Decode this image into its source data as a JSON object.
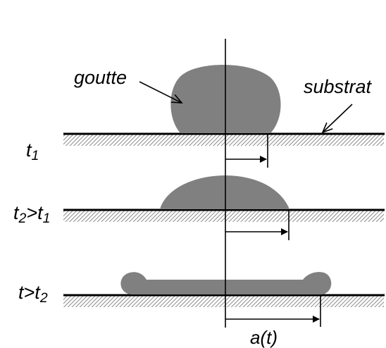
{
  "labels": {
    "goutte": "goutte",
    "substrat": "substrat",
    "a_t": "a(t)"
  },
  "rows": [
    {
      "time": {
        "base": "t",
        "sub": "1",
        "rel": "",
        "base2": "",
        "sub2": ""
      }
    },
    {
      "time": {
        "base": "t",
        "sub": "2",
        "rel": ">",
        "base2": "t",
        "sub2": "1"
      }
    },
    {
      "time": {
        "base": "t",
        "sub": "",
        "rel": ">",
        "base2": "t",
        "sub2": "2"
      }
    }
  ],
  "colors": {
    "drop": "#808080",
    "line": "#000000",
    "hatch": "#6e6e6e"
  }
}
